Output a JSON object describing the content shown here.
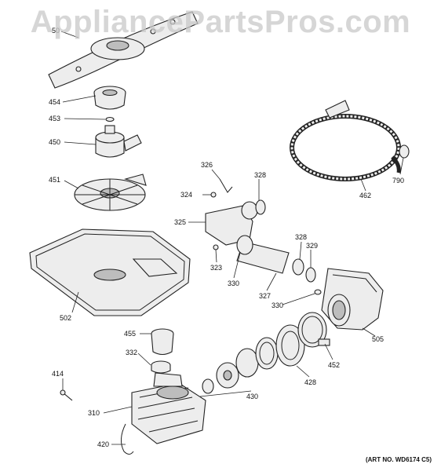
{
  "watermark": "AppliancePartsPros.com",
  "art_number": "(ART NO. WD6174 C5)",
  "callouts": {
    "c50": "50",
    "c454": "454",
    "c453": "453",
    "c450": "450",
    "c451": "451",
    "c502": "502",
    "c455": "455",
    "c332": "332",
    "c414": "414",
    "c310": "310",
    "c420": "420",
    "c326": "326",
    "c324": "324",
    "c328a": "328",
    "c325": "325",
    "c323": "323",
    "c330a": "330",
    "c328b": "328",
    "c329": "329",
    "c327": "327",
    "c330b": "330",
    "c505": "505",
    "c452": "452",
    "c428": "428",
    "c430": "430",
    "c462": "462",
    "c790": "790"
  }
}
